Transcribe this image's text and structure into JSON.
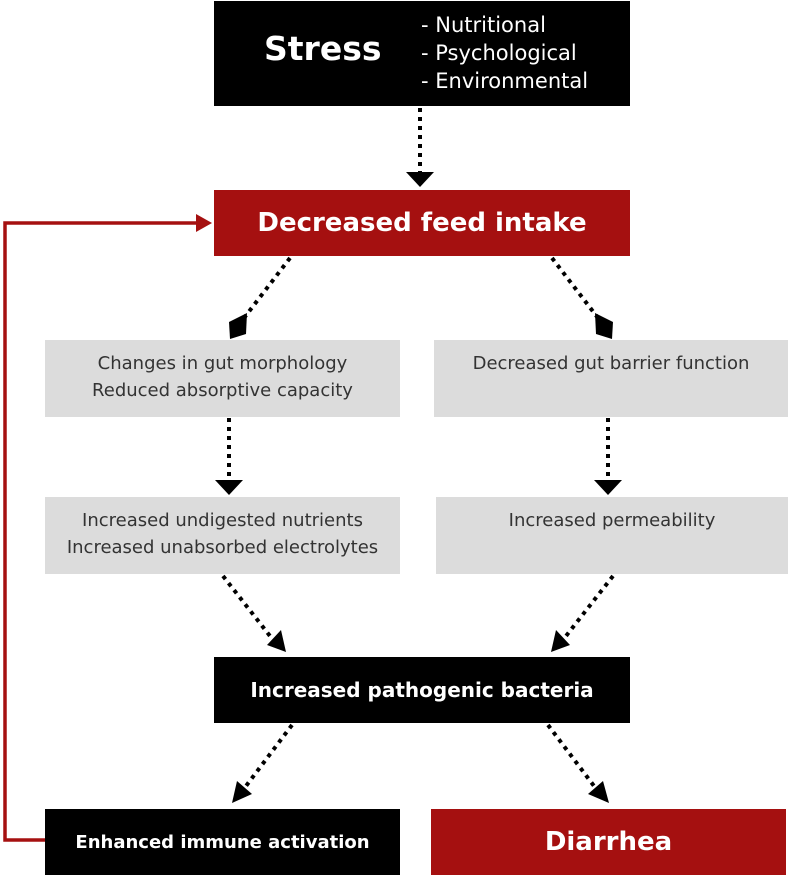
{
  "stress": {
    "title": "Stress",
    "types": [
      "Nutritional",
      "Psychological",
      "Environmental"
    ]
  },
  "decreased_feed_intake": "Decreased feed intake",
  "left_branch": {
    "gut_morphology": [
      "Changes in gut morphology",
      "Reduced absorptive capacity"
    ],
    "undigested": [
      "Increased undigested nutrients",
      "Increased unabsorbed electrolytes"
    ]
  },
  "right_branch": {
    "gut_barrier": "Decreased gut barrier function",
    "permeability": "Increased permeability"
  },
  "pathogenic_bacteria": "Increased pathogenic bacteria",
  "immune_activation": "Enhanced immune activation",
  "diarrhea": "Diarrhea",
  "colors": {
    "black_box": "#000000",
    "red_box": "#a51010",
    "gray_box": "#dcdcdc",
    "feedback_line": "#a51010"
  }
}
